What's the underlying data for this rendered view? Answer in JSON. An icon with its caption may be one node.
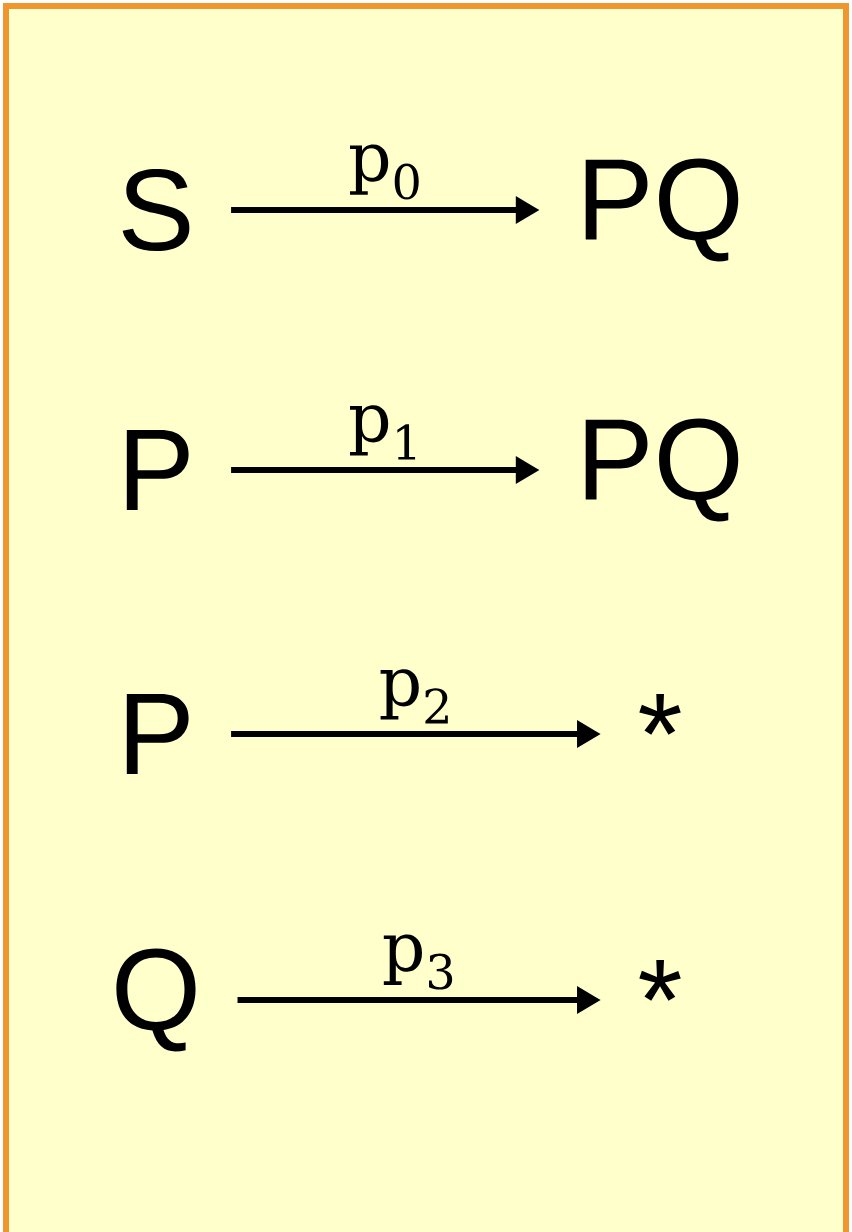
{
  "diagram": {
    "nodes": [
      {
        "text": [
          "S"
        ]
      },
      {
        "text": [
          "PQ"
        ]
      },
      {
        "text": [
          "P"
        ]
      },
      {
        "text": [
          "PQ"
        ]
      },
      {
        "text": [
          "P"
        ]
      },
      {
        "text": [
          "*"
        ]
      },
      {
        "text": [
          "Q"
        ]
      },
      {
        "text": [
          "*"
        ]
      }
    ],
    "edges": [
      {
        "from": 0,
        "to": 1,
        "arrow": "to",
        "label": "p$_{0}$"
      },
      {
        "from": 2,
        "to": 3,
        "arrow": "to",
        "label": "p$_{1}$"
      },
      {
        "from": 4,
        "to": 5,
        "arrow": "to",
        "label": "p$_{2}$"
      },
      {
        "from": 6,
        "to": 7,
        "arrow": "to",
        "label": "p$_{3}$"
      }
    ]
  }
}
